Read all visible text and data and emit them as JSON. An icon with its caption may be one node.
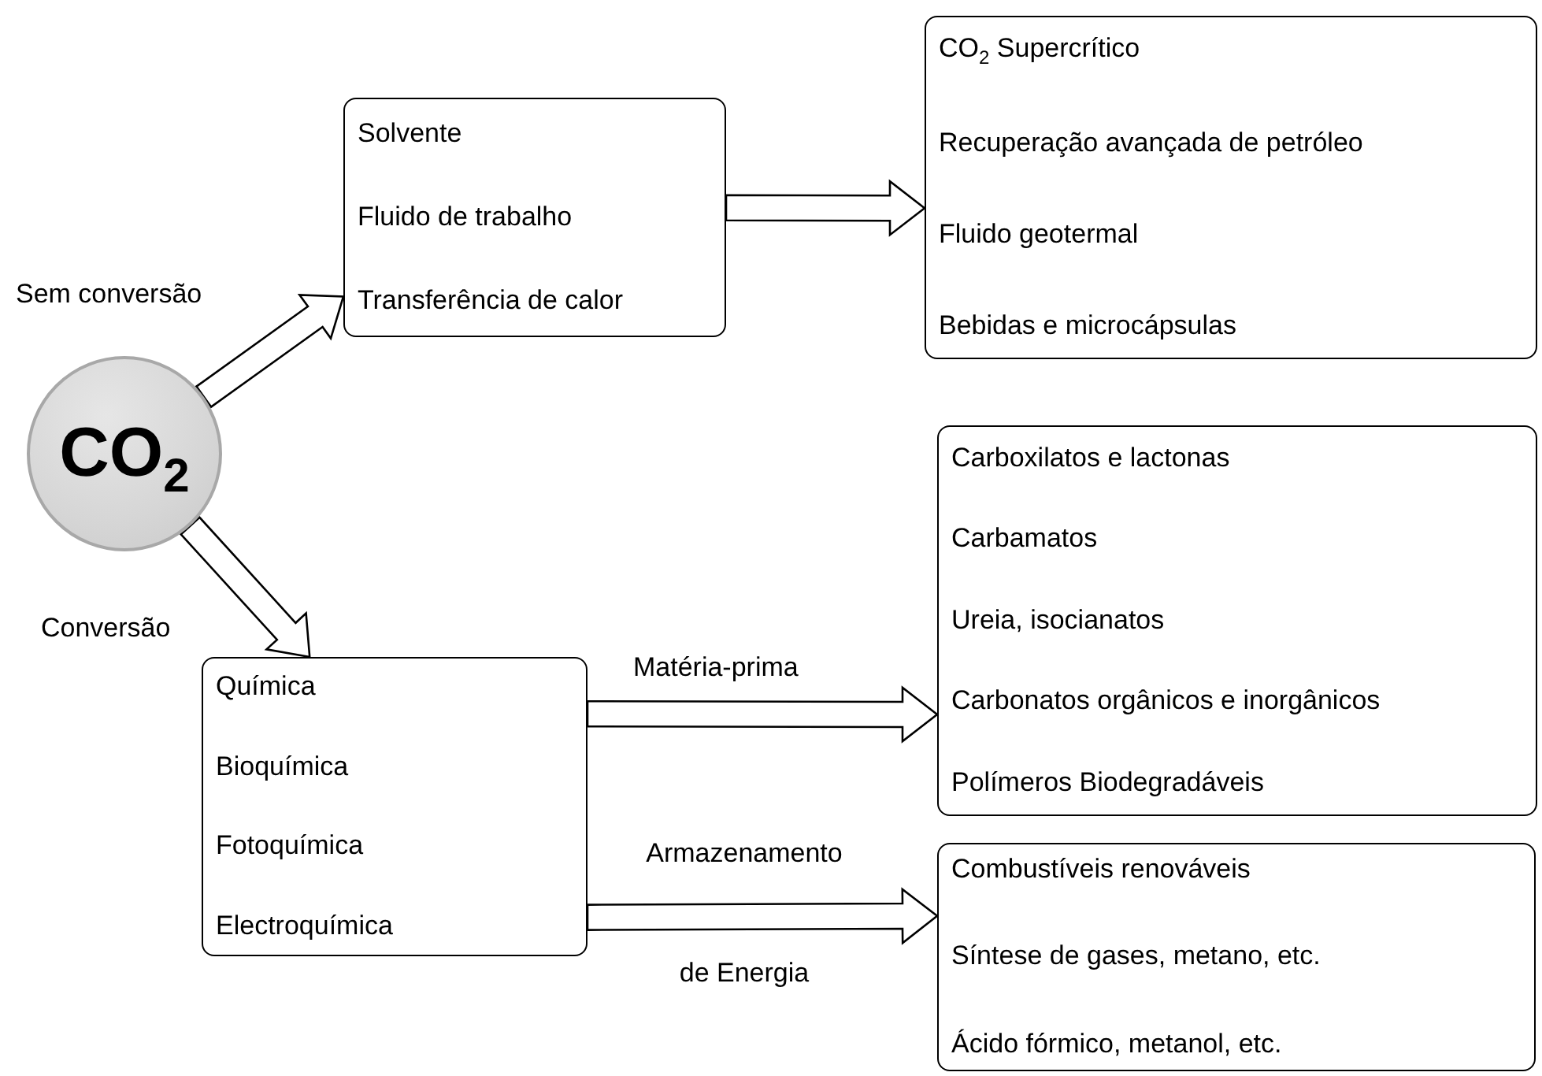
{
  "diagram": {
    "nodes": [
      {
        "text": [
          "CO$_{2}$"
        ]
      },
      {
        "text": [
          "Solvente",
          "Fluido de trabalho",
          "Transferência de calor"
        ]
      },
      {
        "text": [
          "CO$_{2}$ Supercrítico",
          "Recuperação avançada de petróleo",
          "Fluido geotermal",
          "Bebidas e microcápsulas"
        ]
      },
      {
        "text": [
          "Química",
          "Bioquímica",
          "Fotoquímica",
          "Electroquímica"
        ]
      },
      {
        "text": [
          "Carboxilatos e lactonas",
          "Carbamatos",
          "Ureia, isocianatos",
          "Carbonatos orgânicos e inorgânicos",
          "Polímeros Biodegradáveis"
        ]
      },
      {
        "text": [
          "Combustíveis renováveis",
          "Síntese de gases, metano, etc.",
          "Ácido fórmico, metanol, etc."
        ]
      }
    ],
    "edges": [
      {
        "from": 0,
        "to": 1,
        "arrow": "to",
        "label": "Sem conversão"
      },
      {
        "from": 1,
        "to": 2,
        "arrow": "to"
      },
      {
        "from": 0,
        "to": 3,
        "arrow": "to",
        "label": "Conversão"
      },
      {
        "from": 3,
        "to": 4,
        "arrow": "to",
        "label": "Matéria-prima"
      },
      {
        "from": 3,
        "to": 5,
        "arrow": "to",
        "label": "Armazenamento de Energia"
      }
    ]
  }
}
